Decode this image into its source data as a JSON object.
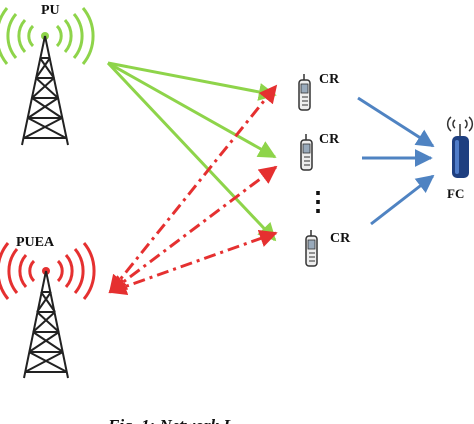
{
  "labels": {
    "pu": "PU",
    "puea": "PUEA",
    "cr1": "CR",
    "cr2": "CR",
    "cr3": "CR",
    "fc": "FC",
    "ellipsis": "⋮"
  },
  "caption": "Fig. 1: Network L...",
  "colors": {
    "pu_signal": "#8ed44a",
    "puea_signal": "#e53030",
    "fc_link": "#4f83c2",
    "tower": "#222222"
  }
}
